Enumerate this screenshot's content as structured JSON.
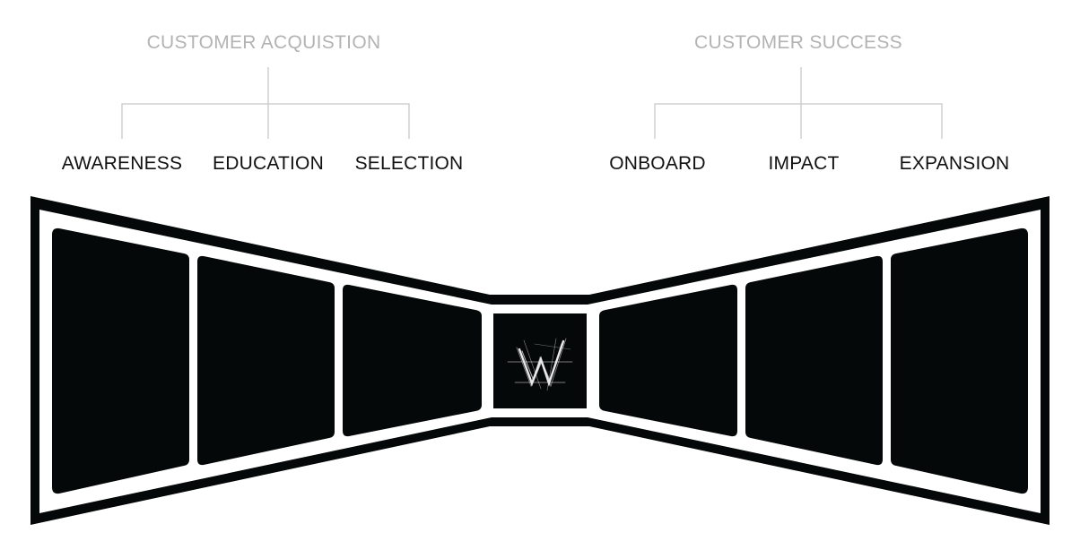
{
  "groups": [
    {
      "title": "CUSTOMER ACQUISTION",
      "stages": [
        "AWARENESS",
        "EDUCATION",
        "SELECTION"
      ]
    },
    {
      "title": "CUSTOMER SUCCESS",
      "stages": [
        "ONBOARD",
        "IMPACT",
        "EXPANSION"
      ]
    }
  ],
  "colors": {
    "heading": "#b3b3b3",
    "label": "#111111",
    "connector": "#c8c8c8",
    "panel": "#050808",
    "outline": "#050808"
  },
  "center_icon": "w-logo-icon"
}
